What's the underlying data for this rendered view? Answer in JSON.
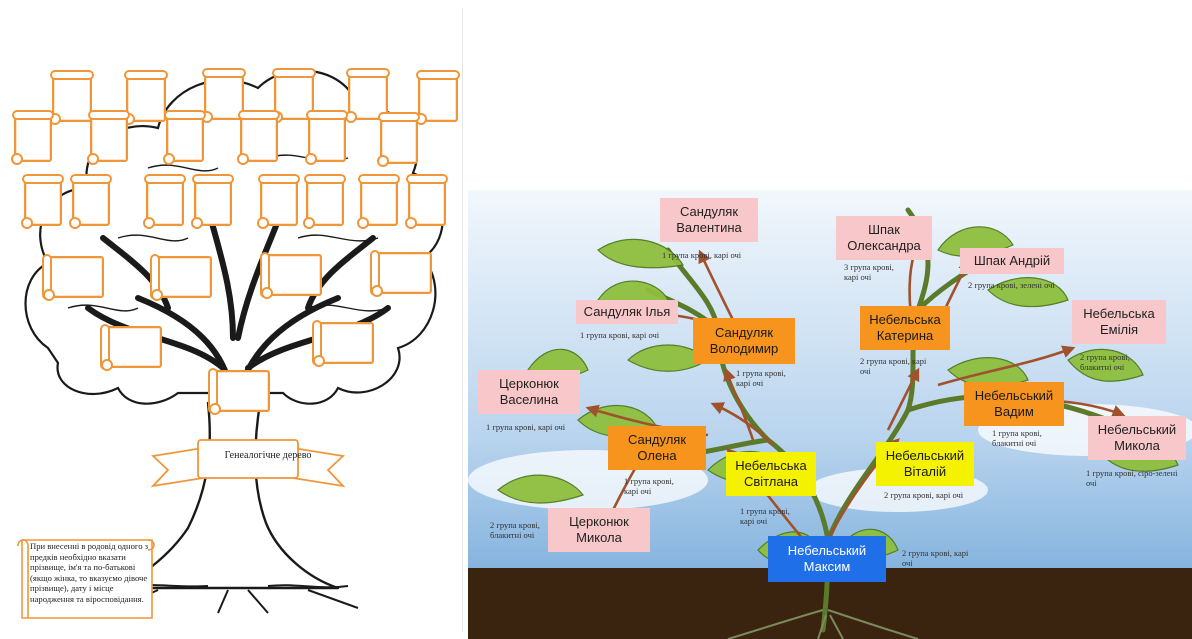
{
  "left_panel": {
    "banner_text": "Генеалогічне дерево",
    "note_text": "При внесенні в родовід одного з предків необхідно вказати прізвище, ім'я та по-батькові (якщо жінка, то вказуємо дівоче прізвище), дату і місце народження та віросповідання.",
    "accent_color": "#f0963a"
  },
  "right_panel": {
    "nodes": [
      {
        "id": "valentyna",
        "label": "Сандуляк Валентина",
        "info": "1 група крові, карі очі",
        "color": "pink"
      },
      {
        "id": "illia",
        "label": "Сандуляк Ілья",
        "info": "1 група крові, карі очі",
        "color": "pink"
      },
      {
        "id": "volodymyr",
        "label": "Сандуляк Володимир",
        "info": "1 група крові, карі очі",
        "color": "orange"
      },
      {
        "id": "oleksandra",
        "label": "Шпак Олександра",
        "info": "3 група крові, карі очі",
        "color": "pink"
      },
      {
        "id": "andrii",
        "label": "Шпак Андрій",
        "info": "2 група крові, зелені очі",
        "color": "pink"
      },
      {
        "id": "kateryna",
        "label": "Небельська Катерина",
        "info": "2 група крові, карі очі",
        "color": "orange"
      },
      {
        "id": "emiliia",
        "label": "Небельська Емілія",
        "info": "2 група крові, блакитні очі",
        "color": "pink"
      },
      {
        "id": "vasylyna",
        "label": "Церконюк Васелина",
        "info": "1 група крові, карі очі",
        "color": "pink"
      },
      {
        "id": "olena",
        "label": "Сандуляк Олена",
        "info": "1 група крові, карі очі",
        "color": "orange"
      },
      {
        "id": "svitlana",
        "label": "Небельська Світлана",
        "info": "1 група крові, карі очі",
        "color": "yellow"
      },
      {
        "id": "vitalii",
        "label": "Небельський Віталій",
        "info": "2 група крові, карі очі",
        "color": "yellow"
      },
      {
        "id": "vadym",
        "label": "Небельський Вадим",
        "info": "1 група крові, блакитні очі",
        "color": "orange"
      },
      {
        "id": "mykola_n",
        "label": "Небельський Микола",
        "info": "1 група крові, сіро-зелені очі",
        "color": "pink"
      },
      {
        "id": "mykola_ts",
        "label": "Церконюк Микола",
        "info": "2 група крові, блакитні очі",
        "color": "pink"
      },
      {
        "id": "maksym",
        "label": "Небельський Максим",
        "info": "2 група крові, карі очі",
        "color": "blue"
      }
    ],
    "colors": {
      "pink": "#f8c7c9",
      "orange": "#f7941d",
      "yellow": "#f5f200",
      "blue": "#1f6fe8",
      "arrow": "#a0522d",
      "ground": "#3a2410",
      "sky_top": "#e9f2fa",
      "sky_bottom": "#7fb0dc"
    }
  }
}
